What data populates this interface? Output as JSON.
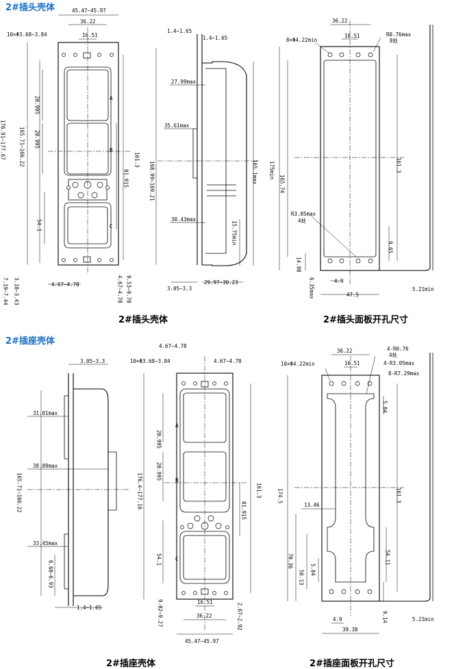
{
  "top": {
    "section_title": "2#插头壳体",
    "caption_left": "2#插头壳体",
    "caption_right": "2#插头面板开孔尺寸",
    "v1": {
      "overall_width": "45.47~45.97",
      "hole_span": "36.22",
      "center_span": "16.51",
      "holes": "10×Φ3.68~3.84",
      "total_height": "176.91~177.67",
      "inner_height": "165.71~166.22",
      "cavity_a": "20.995",
      "cavity_b": "20.995",
      "span_a_c": "81.915",
      "mount_span": "161.3",
      "lower_cavity": "54.1",
      "bottom_width": "4.67~4.78",
      "edge_left": "7.19~7.44",
      "edge_mid": "3.18~3.43",
      "edge_right": "4.67~4.78",
      "edge_far": "9.53~9.78",
      "label_a": "A",
      "label_b": "B",
      "label_c": "C"
    },
    "v2": {
      "flange_left": "1.4~1.65",
      "flange_right": "1.4~1.65",
      "d1": "27.99max",
      "d2": "35.61max",
      "d3": "30.43max",
      "height1": "168.99~169.21",
      "height2": "165.1max",
      "height3": "15.75min",
      "bottom_left": "3.05~3.3",
      "bottom_right": "29.97~30.23"
    },
    "v3": {
      "holes": "8×Φ4.22min",
      "span": "36.22",
      "center": "16.51",
      "radius": "R0.76max",
      "radius_count": "8处",
      "h_min": "175min",
      "h_mid": "165.74",
      "mount_span": "161.3",
      "corner_r": "R3.05max",
      "corner_count": "4处",
      "dim_965": "9.65",
      "dim_1498": "14.98",
      "dim_49": "4.9",
      "dim_635": "6.35max",
      "dim_475": "47.5",
      "dim_521": "5.21min"
    }
  },
  "bottom": {
    "section_title": "2#插座壳体",
    "caption_left": "2#插座壳体",
    "caption_right": "2#插座面板开孔尺寸",
    "v1": {
      "top_dim": "3.05~3.3",
      "d1": "31.01max",
      "d2": "38.89max",
      "d3": "33.45max",
      "height": "165.71~166.22",
      "bottom1": "6.68~6.93",
      "bottom2": "1.4~1.65"
    },
    "v2": {
      "holes": "10×Φ3.68~3.84",
      "top_left": "4.67~4.78",
      "top_right": "4.67~4.78",
      "cavity_a": "20.995",
      "cavity_b": "20.995",
      "total": "176.4~177.16",
      "span": "81.915",
      "mount": "161.3",
      "lower": "54.1",
      "center": "16.51",
      "span2": "36.22",
      "bl": "9.02~9.27",
      "br": "2.67~2.92",
      "width": "45.47~45.97",
      "label_a": "A",
      "label_b": "B",
      "label_c": "C"
    },
    "v3": {
      "holes": "10×Φ4.22min",
      "span": "36.22",
      "center": "16.51",
      "r1": "4-R0.76",
      "r1_count": "4处",
      "r2": "4-R3.05max",
      "r3": "8-R7.29max",
      "h_total": "174.5",
      "dim_584_top": "5.84",
      "mount": "161.3",
      "dim_1346": "13.46",
      "dim_7036": "70.36",
      "dim_5613": "56.13",
      "dim_584": "5.84",
      "dim_5411": "54.11",
      "dim_49": "4.9",
      "dim_914": "9.14",
      "dim_521": "5.21min",
      "width": "39.38"
    }
  }
}
